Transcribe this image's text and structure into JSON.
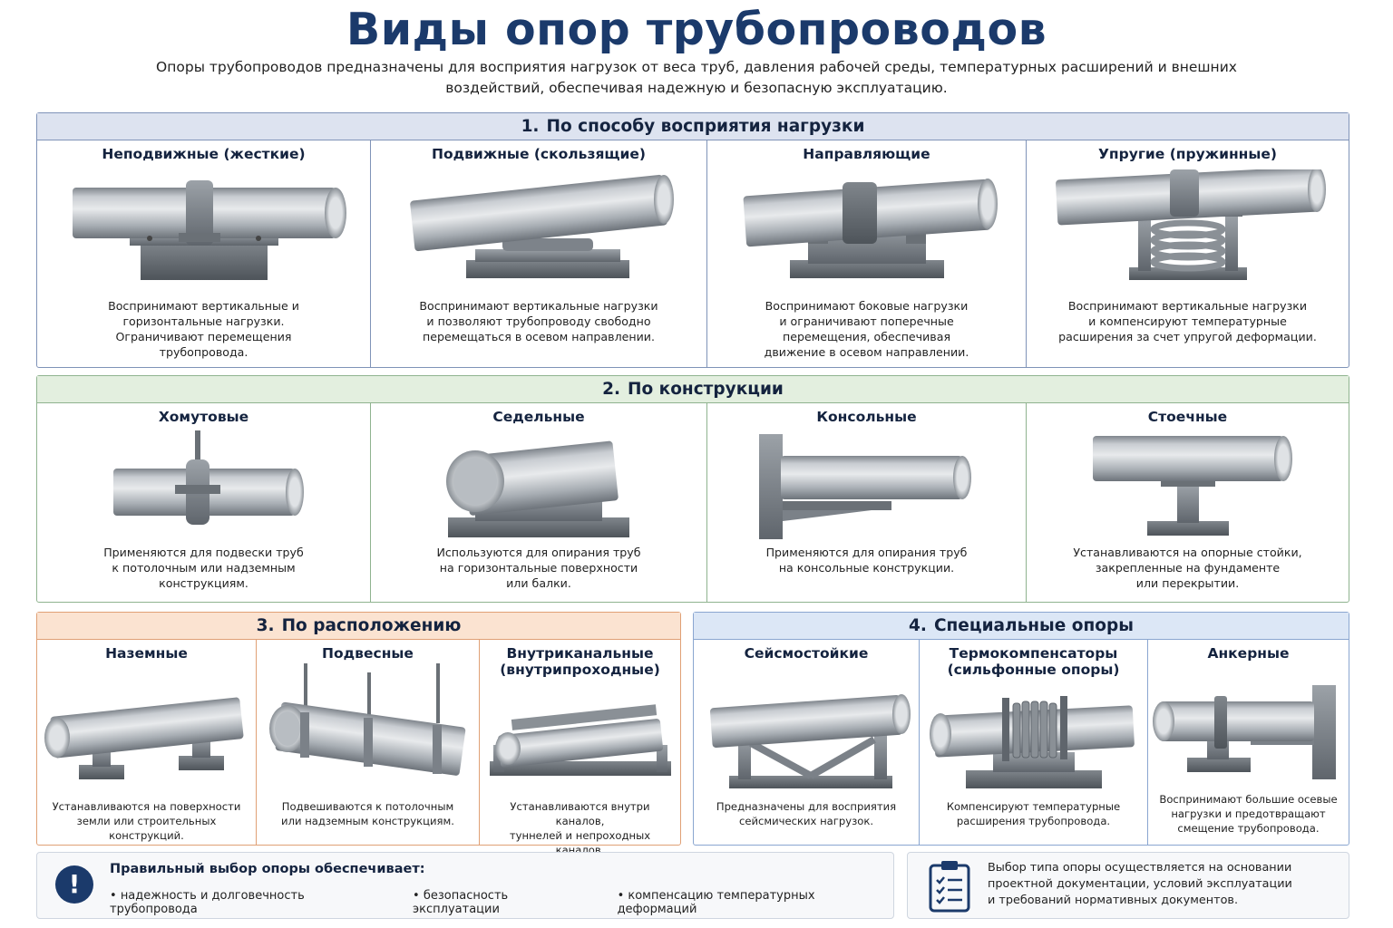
{
  "title": "Виды опор трубопроводов",
  "subtitle": "Опоры трубопроводов предназначены для восприятия нагрузок от веса труб, давления рабочей среды, температурных расширений и внешних воздействий, обеспечивая надежную и безопасную эксплуатацию.",
  "sections": [
    {
      "num": "1.",
      "title": "По способу восприятия нагрузки",
      "cells": [
        {
          "title": "Неподвижные (жесткие)",
          "desc": "Воспринимают вертикальные и\nгоризонтальные нагрузки.\nОграничивают перемещения\nтрубопровода."
        },
        {
          "title": "Подвижные (скользящие)",
          "desc": "Воспринимают вертикальные нагрузки\nи позволяют трубопроводу свободно\nперемещаться в осевом направлении."
        },
        {
          "title": "Направляющие",
          "desc": "Воспринимают боковые нагрузки\nи ограничивают поперечные\nперемещения, обеспечивая\nдвижение в осевом направлении."
        },
        {
          "title": "Упругие (пружинные)",
          "desc": "Воспринимают вертикальные нагрузки\nи компенсируют температурные\nрасширения за счет упругой деформации."
        }
      ]
    },
    {
      "num": "2.",
      "title": "По конструкции",
      "cells": [
        {
          "title": "Хомутовые",
          "desc": "Применяются для подвески труб\nк потолочным или надземным\nконструкциям."
        },
        {
          "title": "Седельные",
          "desc": "Используются для опирания труб\nна горизонтальные поверхности\nили балки."
        },
        {
          "title": "Консольные",
          "desc": "Применяются для опирания труб\nна консольные конструкции."
        },
        {
          "title": "Стоечные",
          "desc": "Устанавливаются на опорные стойки,\nзакрепленные на фундаменте\nили перекрытии."
        }
      ]
    },
    {
      "num": "3.",
      "title": "По расположению",
      "cells": [
        {
          "title": "Наземные",
          "desc": "Устанавливаются на поверхности\nземли или строительных конструкций."
        },
        {
          "title": "Подвесные",
          "desc": "Подвешиваются к потолочным\nили надземным конструкциям."
        },
        {
          "title": "Внутриканальные\n(внутрипроходные)",
          "desc": "Устанавливаются внутри каналов,\nтуннелей и непроходных каналов."
        }
      ]
    },
    {
      "num": "4.",
      "title": "Специальные опоры",
      "cells": [
        {
          "title": "Сейсмостойкие",
          "desc": "Предназначены для восприятия\nсейсмических нагрузок."
        },
        {
          "title": "Термокомпенсаторы\n(сильфонные опоры)",
          "desc": "Компенсируют температурные\nрасширения трубопровода."
        },
        {
          "title": "Анкерные",
          "desc": "Воспринимают большие осевые\nнагрузки и предотвращают\nсмещение трубопровода."
        }
      ]
    }
  ],
  "footer": {
    "notice_icon": "exclamation-icon",
    "notice_title": "Правильный выбор опоры обеспечивает:",
    "notice_items": [
      "надежность и долговечность трубопровода",
      "безопасность эксплуатации",
      "компенсацию температурных деформаций"
    ],
    "doc_icon": "clipboard-checklist-icon",
    "doc_text": "Выбор типа опоры осуществляется на основании\nпроектной документации, условий эксплуатации\nи требований нормативных документов."
  },
  "colors": {
    "title": "#1b3a6b",
    "section1": "#dde3f0",
    "section2": "#e3efdf",
    "section3": "#fbe3d1",
    "section4": "#dce7f6",
    "metal": "#9aa0a6"
  }
}
